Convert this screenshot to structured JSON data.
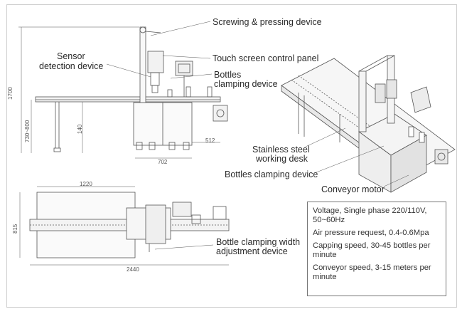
{
  "labels": {
    "screwing": "Screwing & pressing device",
    "touch_screen": "Touch screen control panel",
    "bottles_line1": "Bottles",
    "bottles_line2": "clamping device",
    "sensor_line1": "Sensor",
    "sensor_line2": "detection device",
    "steel_line1": "Stainless steel",
    "steel_line2": "working desk",
    "bottles_clamping": "Bottles clamping device",
    "conveyor_motor": "Conveyor motor",
    "width_line1": "Bottle clamping width",
    "width_line2": "adjustment device"
  },
  "dimensions": {
    "d1700": "1700",
    "d730": "730~800",
    "d140": "140",
    "d512": "512",
    "d702": "702",
    "d1220": "1220",
    "d815": "815",
    "d2440": "2440"
  },
  "specs": [
    "Voltage, Single phase 220/110V, 50~60Hz",
    "Air pressure request, 0.4-0.6Mpa",
    "Capping speed, 30-45 bottles per minute",
    "Conveyor speed, 3-15 meters per minute"
  ]
}
